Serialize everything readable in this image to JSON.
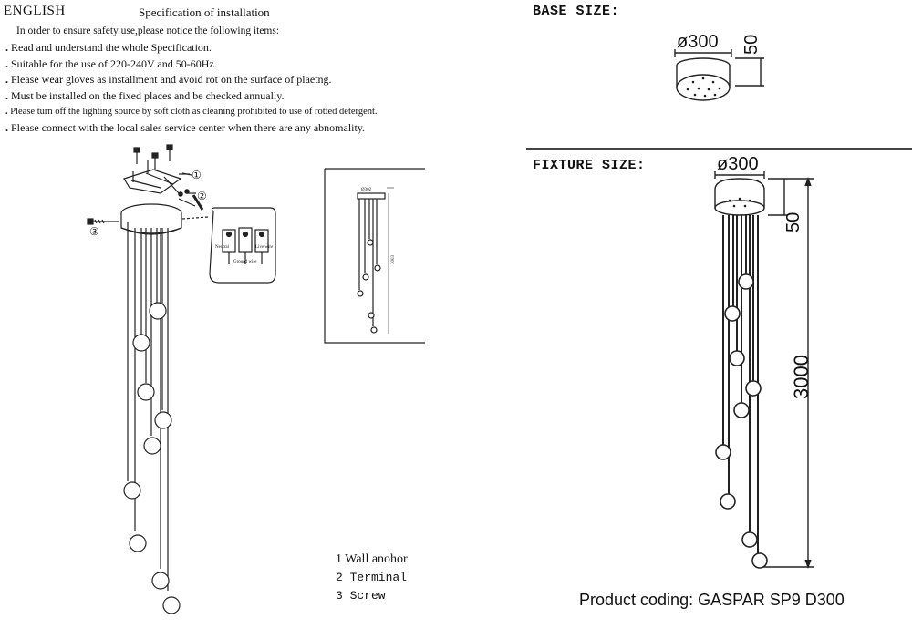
{
  "header": {
    "language": "ENGLISH",
    "title": "Specification of installation"
  },
  "intro": "In order to ensure safety use,please notice the following items:",
  "notices": [
    "Read and understand the whole Specification.",
    "Suitable for the use of 220-240V and 50-60Hz.",
    "Please wear gloves as installment and avoid rot on the surface of plaetng.",
    "Must be installed on the fixed places and be checked annually.",
    "Please turn off the lighting source by soft cloth as cleaning prohibited to use of rotted detergent.",
    "Please connect with the local sales service center when there are any abnomality."
  ],
  "callouts": [
    "①",
    "②",
    "③"
  ],
  "wiring_labels": [
    "Neutral",
    "Ground wire",
    "Live wire"
  ],
  "inset_dims": {
    "diameter": "Ø302",
    "length": "3003"
  },
  "legend": [
    "1 Wall anohor",
    "2 Terminal",
    "3 Screw"
  ],
  "base": {
    "heading": "BASE SIZE:",
    "diameter": "ø300",
    "height": "50"
  },
  "fixture": {
    "heading": "FIXTURE SIZE:",
    "diameter": "ø300",
    "base_height": "50",
    "total_height": "3000"
  },
  "product_coding": "Product coding: GASPAR SP9 D300"
}
